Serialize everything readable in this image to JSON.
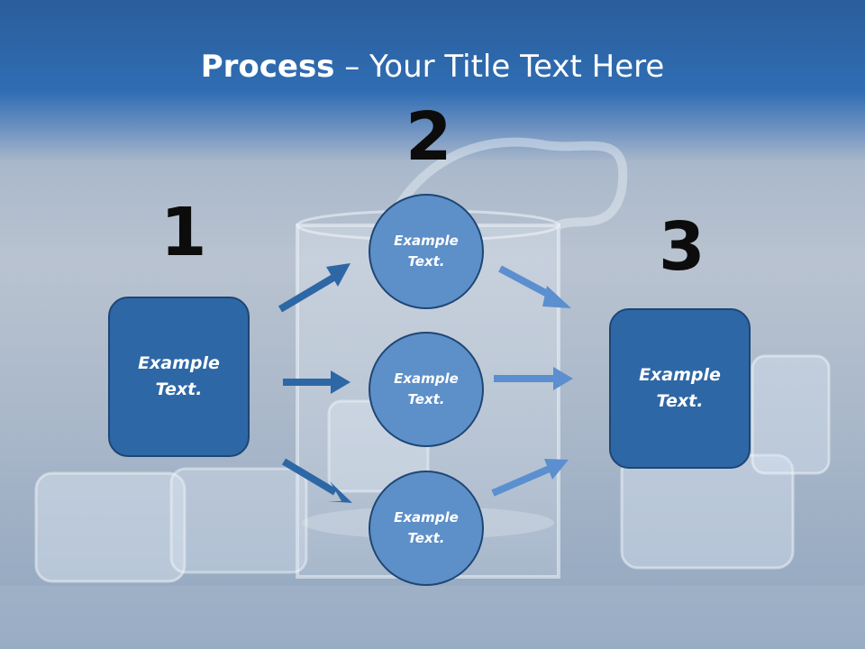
{
  "slide": {
    "title_bold": "Process",
    "title_rest": " – Your Title Text Here"
  },
  "steps": {
    "one": {
      "number": "1",
      "label": "Example\nText."
    },
    "two": {
      "number": "2",
      "circles": [
        {
          "label": "Example\nText."
        },
        {
          "label": "Example\nText."
        },
        {
          "label": "Example\nText."
        }
      ]
    },
    "three": {
      "number": "3",
      "label": "Example\nText."
    }
  },
  "colors": {
    "header_blue": "#2f6db3",
    "box_fill": "#2e67a5",
    "circle_fill": "#5d8fc8",
    "arrow_dark": "#2e67a5",
    "arrow_light": "#5b8fcf"
  }
}
